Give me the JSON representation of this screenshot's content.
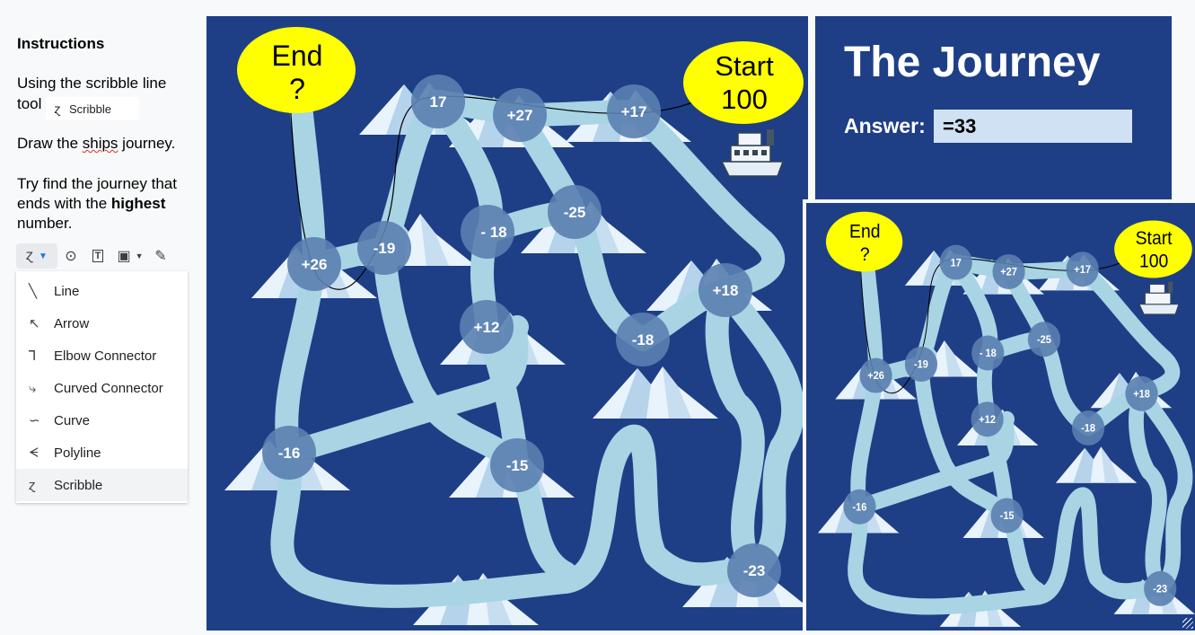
{
  "sidebar": {
    "title": "Instructions",
    "line1": "Using the scribble line",
    "line2": "tool",
    "chip_label": "Scribble",
    "draw_pre": "Draw the ",
    "draw_word": "ships",
    "draw_post": " journey.",
    "try1": "Try find the journey that",
    "try2_pre": "ends with the ",
    "try2_bold": "highest",
    "try3": "number.",
    "menu": [
      {
        "icon": "line-icon",
        "label": "Line"
      },
      {
        "icon": "arrow-icon",
        "label": "Arrow"
      },
      {
        "icon": "elbow-connector-icon",
        "label": "Elbow Connector"
      },
      {
        "icon": "curved-connector-icon",
        "label": "Curved Connector"
      },
      {
        "icon": "curve-icon",
        "label": "Curve"
      },
      {
        "icon": "polyline-icon",
        "label": "Polyline"
      },
      {
        "icon": "scribble-icon",
        "label": "Scribble"
      }
    ]
  },
  "slide": {
    "title": "The Journey",
    "answer_label": "Answer:",
    "answer_value": "=33",
    "end_line1": "End",
    "end_line2": "?",
    "start_line1": "Start",
    "start_line2": "100"
  },
  "nodes": [
    "17",
    "+27",
    "+17",
    "-25",
    "- 18",
    "-19",
    "+26",
    "+18",
    "+12",
    "-18",
    "-16",
    "-15",
    "-23"
  ],
  "colors": {
    "slide_bg": "#1e3f86",
    "path": "#a8d4e4",
    "node": "#5a7fb0",
    "bubble": "#ffff00",
    "answer_bg": "#d0e1f4"
  }
}
